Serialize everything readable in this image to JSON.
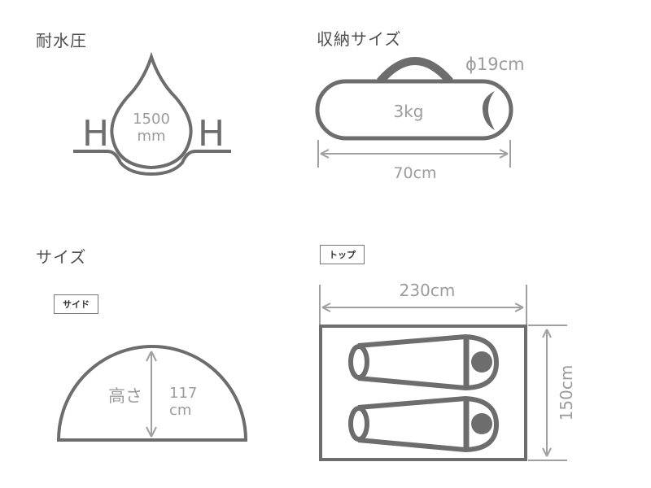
{
  "sections": {
    "water_pressure": {
      "heading": "耐水圧",
      "value": "1500",
      "unit": "mm",
      "left_letter": "H",
      "right_letter": "H"
    },
    "storage_size": {
      "heading": "収納サイズ",
      "diameter": "ϕ19cm",
      "weight": "3kg",
      "length": "70cm"
    },
    "size": {
      "heading": "サイズ",
      "side_view": {
        "label": "サイド",
        "height_label": "高さ",
        "height_value": "117",
        "height_unit": "cm"
      },
      "top_view": {
        "label": "トップ",
        "width": "230cm",
        "depth": "150cm"
      }
    }
  },
  "colors": {
    "stroke": "#6d6d6d",
    "dimension": "#a0a0a0",
    "heading": "#4e4e4e"
  }
}
